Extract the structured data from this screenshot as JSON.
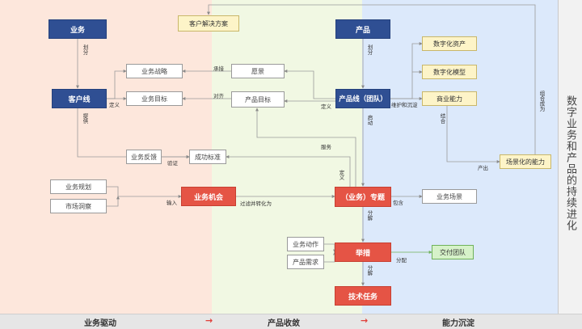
{
  "nodes": {
    "yewu": "业务",
    "chanpin": "产品",
    "kehuxian": "客户线",
    "chanpinxian": "产品线（团队）",
    "yewujihui": "业务机会",
    "zhuanti": "（业务）专题",
    "jucuo": "举措",
    "jishurenwu": "技术任务",
    "kehujiejue": "客户解决方案",
    "yewuzhanlue": "业务战略",
    "yewumubiao": "业务目标",
    "yuanjing": "愿景",
    "chanpinmubiao": "产品目标",
    "yewufankui": "业务反馈",
    "chenggongbiaozhun": "成功标准",
    "yewuguihua": "业务规划",
    "shichangdongcha": "市场洞察",
    "yewudongzuo": "业务动作",
    "chanpinxuqiu": "产品需求",
    "yewuchangjing": "业务场景",
    "shuzihuazichan": "数字化资产",
    "shuzihuamoxing": "数字化模型",
    "shangyenengli": "商业能力",
    "changjinghuanengli": "场景化的能力",
    "jiaofutuandui": "交付团队"
  },
  "edge_labels": {
    "huafen1": "划分",
    "huafen2": "划分",
    "chengjie": "承接",
    "duiqi": "对齐",
    "dingyi1": "定义",
    "dingyi2": "定义",
    "dingyi3": "定义",
    "tigong": "提供",
    "weihu": "维护和沉淀",
    "qidong": "启动",
    "jiehe": "结合",
    "zuhechengwei": "组合成为",
    "fuwu": "服务",
    "yanzheng": "验证",
    "chanchu": "产出",
    "shuru": "输入",
    "guolv": "过滤并转化为",
    "baohan": "包含",
    "fenjie1": "分解",
    "fenjie2": "分解",
    "fenpei": "分配"
  },
  "side_title": "数字业务和产品的持续进化",
  "bottom": {
    "stage1": "业务驱动",
    "stage2": "产品收敛",
    "stage3": "能力沉淀",
    "arrow": "→"
  },
  "colors": {
    "zone_business": "#fde7dc",
    "zone_product": "#f1f8e3",
    "zone_capability": "#dce9fb",
    "dark_node": "#2f4f93",
    "red_node": "#e55445",
    "accent_arrow": "#e0403a"
  }
}
